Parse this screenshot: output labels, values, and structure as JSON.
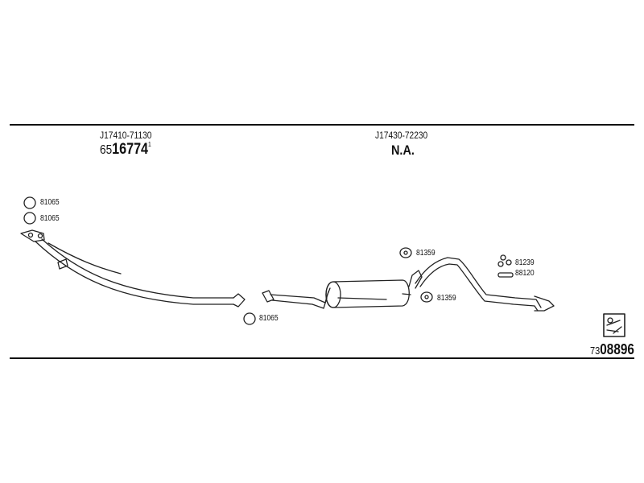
{
  "section_left": {
    "oe_number": "J17410-71130",
    "part_prefix": "65",
    "part_main": "16774",
    "part_suffix": "1"
  },
  "section_right": {
    "oe_number": "J17430-72230",
    "part_status": "N.A."
  },
  "fittings": {
    "clamp_top": "81065",
    "clamp_second": "81065",
    "clamp_mid": "81065",
    "mount_upper": "81359",
    "mount_lower": "81359",
    "bolt_kit": "81239",
    "hanger": "88120"
  },
  "drawing_ref": {
    "prefix": "73",
    "main": "08896"
  },
  "icons": {
    "parts_list_icon": "tools-icon"
  }
}
